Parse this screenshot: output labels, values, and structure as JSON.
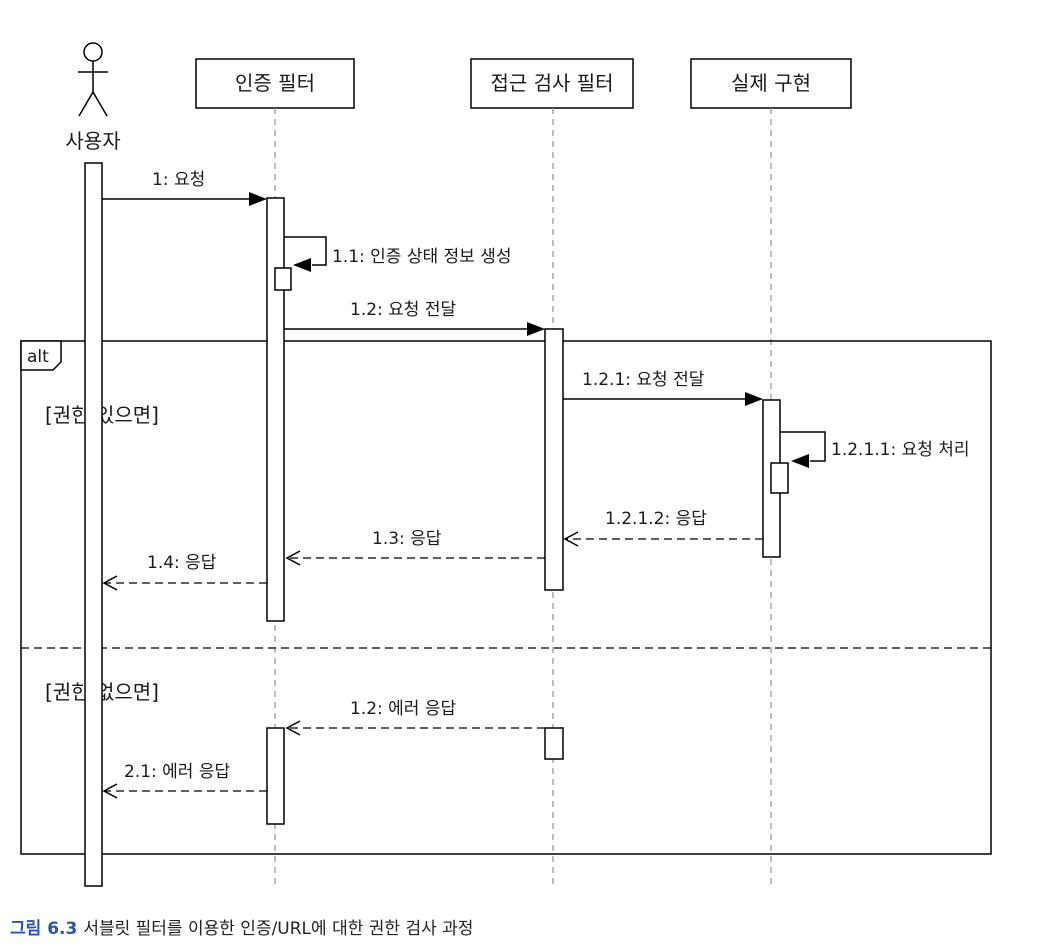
{
  "participants": {
    "user": "사용자",
    "auth": "인증 필터",
    "access": "접근 검사 필터",
    "impl": "실제 구현"
  },
  "fragment": {
    "keyword": "alt",
    "guard1": "[권한 있으면]",
    "guard2": "[권한 없으면]"
  },
  "messages": {
    "m1": "1: 요청",
    "m1_1": "1.1: 인증 상태 정보 생성",
    "m1_2": "1.2: 요청 전달",
    "m1_2_1": "1.2.1: 요청 전달",
    "m1_2_1_1": "1.2.1.1: 요청 처리",
    "m1_2_1_2": "1.2.1.2: 응답",
    "m1_3": "1.3: 응답",
    "m1_4": "1.4: 응답",
    "m_err1": "1.2: 에러 응답",
    "m_err2": "2.1: 에러 응답"
  },
  "caption": {
    "number": "그림 6.3",
    "text": "서블릿 필터를 이용한 인증/URL에 대한 권한 검사 과정"
  }
}
